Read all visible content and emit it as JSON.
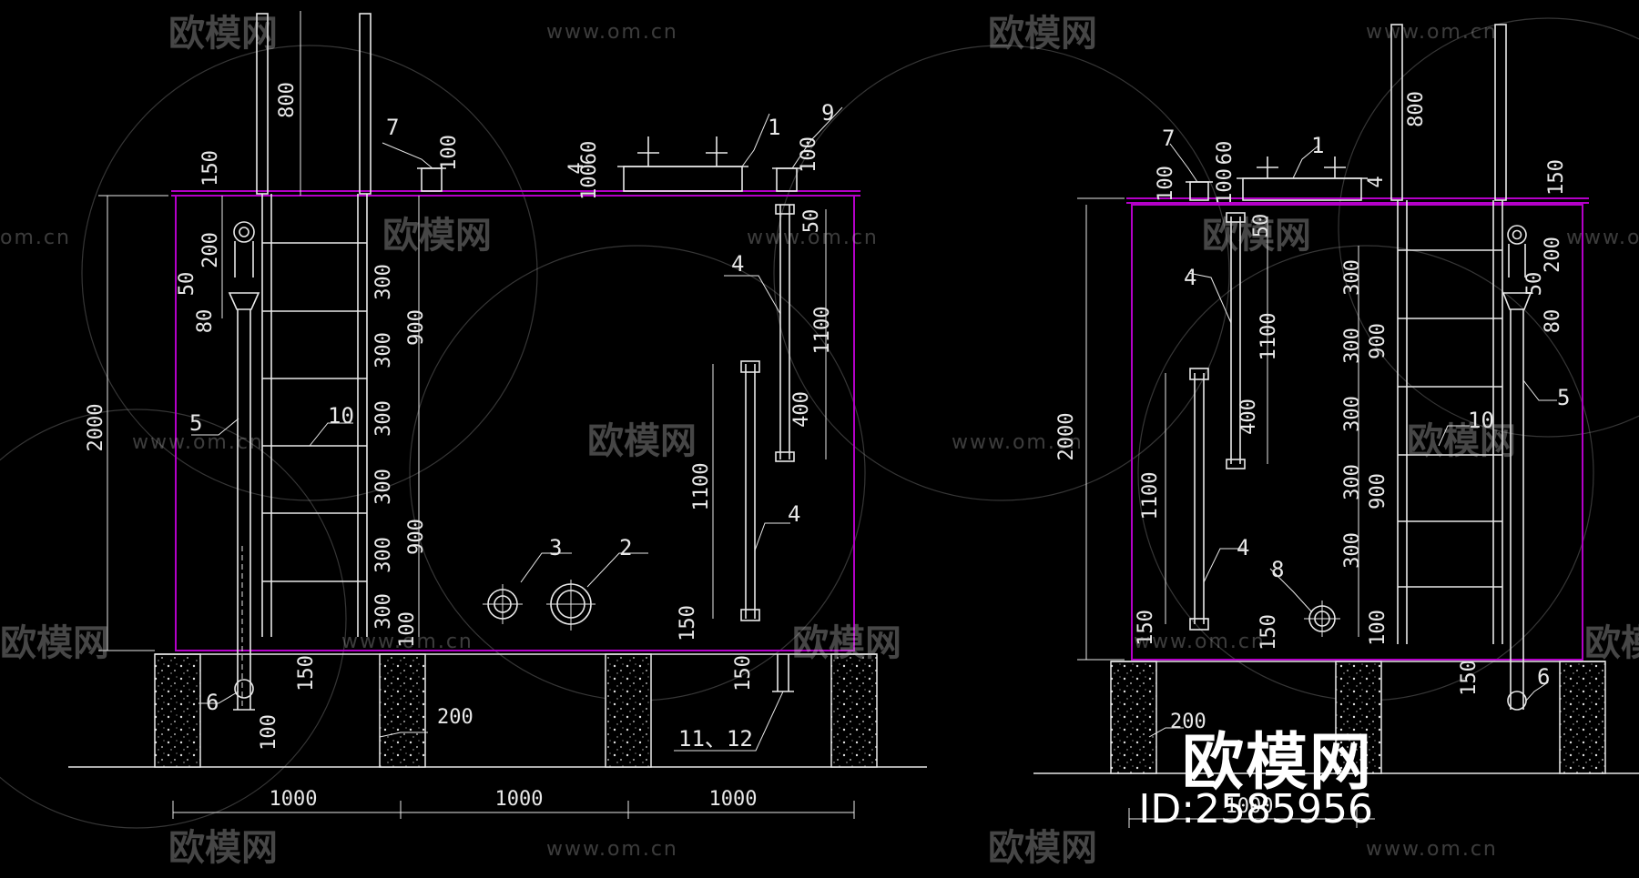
{
  "watermark": {
    "brand_cn": "欧模网",
    "url": "www.om.cn",
    "url_short": "om.cn",
    "id_text": "ID:2585956"
  },
  "left_view": {
    "height_dim": "2000",
    "width_dims": [
      "1000",
      "1000",
      "1000"
    ],
    "ladder_dims": [
      "300",
      "300",
      "300",
      "300",
      "300",
      "300"
    ],
    "dims": {
      "ladder_top": "800",
      "top_150": "150",
      "d200": "200",
      "d50": "50",
      "d80": "80",
      "d900a": "900",
      "d900b": "900",
      "d100_right": "100",
      "pipe7_100": "100",
      "d4": "4",
      "d100": "100",
      "d60": "60",
      "pipe9_100": "100",
      "d50r": "50",
      "pipe4_1100": "1100",
      "pipe4_400": "400",
      "pipe4b_1100": "1100",
      "d150": "150",
      "foot_150": "150",
      "foot_100": "100",
      "footing_200": "200",
      "bottom_150": "150"
    },
    "labels": {
      "n1": "1",
      "n2": "2",
      "n3": "3",
      "n4a": "4",
      "n4b": "4",
      "n5": "5",
      "n6": "6",
      "n7": "7",
      "n9": "9",
      "n10": "10",
      "n1112": "11、12"
    }
  },
  "right_view": {
    "height_dim": "2000",
    "width_dim": "1000",
    "ladder_dims": [
      "300",
      "300",
      "300",
      "300",
      "300"
    ],
    "dims": {
      "ladder_top": "800",
      "top_150": "150",
      "d200": "200",
      "d50": "50",
      "d80": "80",
      "d900a": "900",
      "d900b": "900",
      "d100": "100",
      "pipe7_100": "100",
      "d100b": "100",
      "d60": "60",
      "d4": "4",
      "d50c": "50",
      "pipe4_1100": "1100",
      "pipe4_400": "400",
      "pipe4b_1100": "1100",
      "d150l": "150",
      "d150m": "150",
      "foot_150": "150",
      "footing_200": "200"
    },
    "labels": {
      "n1": "1",
      "n4a": "4",
      "n4b": "4",
      "n5": "5",
      "n6": "6",
      "n7": "7",
      "n8": "8",
      "n10": "10"
    }
  }
}
